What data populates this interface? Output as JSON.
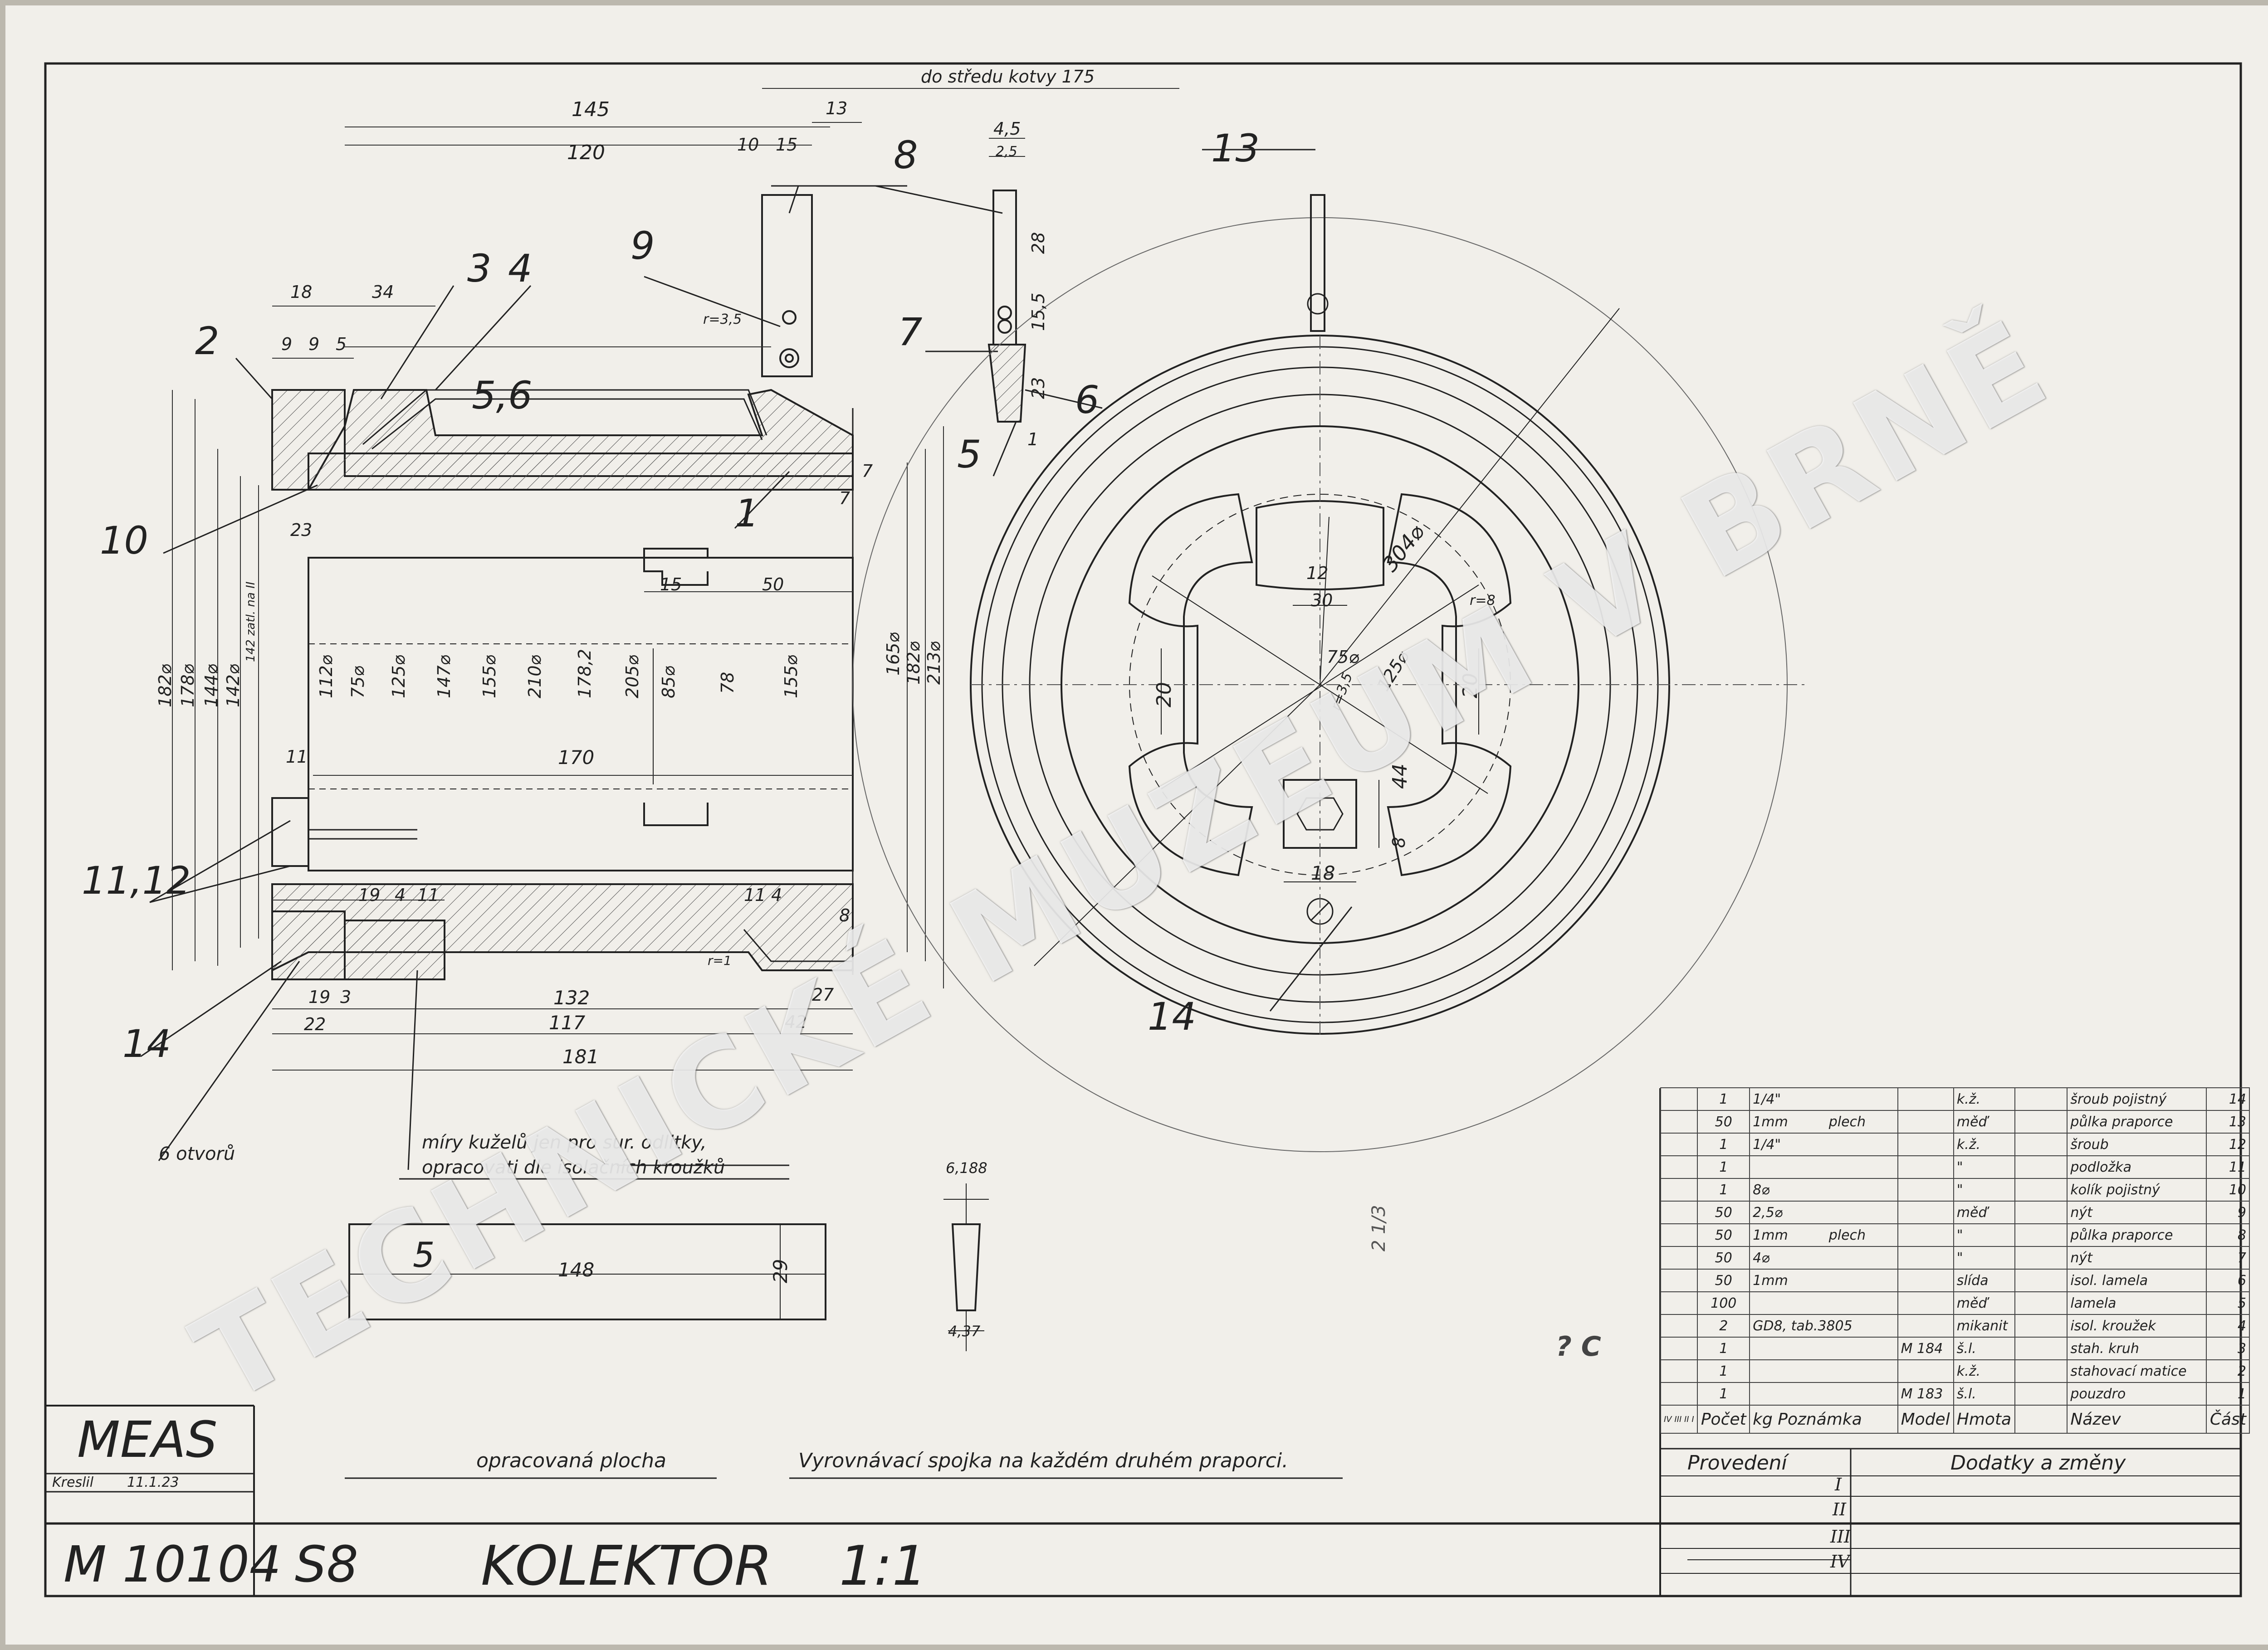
{
  "top_note": "do středu kotvy 175",
  "part_numbers": {
    "p1": "1",
    "p2": "2",
    "p3": "3",
    "p4": "4",
    "p56": "5,6",
    "p5": "5",
    "p6": "6",
    "p7": "7",
    "p8": "8",
    "p9": "9",
    "p10": "10",
    "p1112": "11,12",
    "p13": "13",
    "p14a": "14",
    "p14b": "14"
  },
  "dimensions": {
    "d145": "145",
    "d120": "120",
    "d10": "10",
    "d15a": "15",
    "d13": "13",
    "d18": "18",
    "d34": "34",
    "d9a": "9",
    "d9b": "9",
    "d5": "5",
    "d182": "182⌀",
    "d178": "178⌀",
    "d144": "144⌀",
    "d1427": "142⌀",
    "note_v": "142 zatl. na II",
    "d112": "112⌀",
    "d75": "75⌀",
    "d125": "125⌀",
    "d147": "147⌀",
    "d155": "155⌀",
    "d210": "210⌀",
    "d1782": "178,2",
    "d205": "205⌀",
    "d85": "85⌀",
    "d78": "78",
    "d155b": "155⌀",
    "d165": "165⌀",
    "d182b": "182⌀",
    "d213": "213⌀",
    "d23": "23",
    "d15b": "15",
    "d50": "50",
    "d170": "170",
    "d11": "11",
    "d19a": "19",
    "d4": "4",
    "d11b": "11",
    "d11c": "11",
    "d4b": "4",
    "d8": "8",
    "d19b": "19",
    "d3": "3",
    "d132": "132",
    "d27": "27",
    "d22": "22",
    "d117": "117",
    "d42": "42",
    "d181": "181",
    "d7a": "7",
    "d7b": "7",
    "d45": "4,5",
    "d25": "2,5",
    "d28": "28",
    "d155c": "15,5",
    "d23b": "23",
    "d1": "1",
    "d304": "304⌀",
    "d12": "12",
    "d30": "30",
    "d20a": "20",
    "d20b": "20",
    "d125b": "125⌀",
    "d75b": "75⌀",
    "d44": "44",
    "d8b": "8",
    "d18b": "18",
    "d6188": "6,188",
    "d437": "4,37",
    "d148": "148",
    "d29": "29",
    "r35": "r=3,5",
    "r35b": "r=3,5",
    "r8": "r=8",
    "r1": "r=1"
  },
  "notes": {
    "holes": "6 otvorů",
    "cone_1": "míry kuželů jen pro sur. odlitky,",
    "cone_2": "opracovati dle isolačních kroužků",
    "surface": "opracovaná plocha",
    "balancing": "Vyrovnávací spojka na každém druhém praporci."
  },
  "bom": {
    "rows": [
      {
        "count": "1",
        "size": "1/4\"",
        "note": "",
        "model": "",
        "mat": "k.ž.",
        "name": "šroub pojistný",
        "no": "14"
      },
      {
        "count": "50",
        "size": "1mm",
        "note": "plech",
        "model": "",
        "mat": "měď",
        "name": "půlka praporce",
        "no": "13"
      },
      {
        "count": "1",
        "size": "1/4\"",
        "note": "",
        "model": "",
        "mat": "k.ž.",
        "name": "šroub",
        "no": "12"
      },
      {
        "count": "1",
        "size": "",
        "note": "",
        "model": "",
        "mat": "\"",
        "name": "podložka",
        "no": "11"
      },
      {
        "count": "1",
        "size": "8⌀",
        "note": "",
        "model": "",
        "mat": "\"",
        "name": "kolík pojistný",
        "no": "10"
      },
      {
        "count": "50",
        "size": "2,5⌀",
        "note": "",
        "model": "",
        "mat": "měď",
        "name": "nýt",
        "no": "9"
      },
      {
        "count": "50",
        "size": "1mm",
        "note": "plech",
        "model": "",
        "mat": "\"",
        "name": "půlka praporce",
        "no": "8"
      },
      {
        "count": "50",
        "size": "4⌀",
        "note": "",
        "model": "",
        "mat": "\"",
        "name": "nýt",
        "no": "7"
      },
      {
        "count": "50",
        "size": "1mm",
        "note": "",
        "model": "",
        "mat": "slída",
        "name": "isol. lamela",
        "no": "6"
      },
      {
        "count": "100",
        "size": "",
        "note": "",
        "model": "",
        "mat": "měď",
        "name": "lamela",
        "no": "5"
      },
      {
        "count": "2",
        "size": "GD8, tab.3805",
        "note": "",
        "model": "",
        "mat": "mikanit",
        "name": "isol. kroužek",
        "no": "4"
      },
      {
        "count": "1",
        "size": "",
        "note": "",
        "model": "M 184",
        "mat": "š.l.",
        "name": "stah. kruh",
        "no": "3"
      },
      {
        "count": "1",
        "size": "",
        "note": "",
        "model": "",
        "mat": "k.ž.",
        "name": "stahovací matice",
        "no": "2"
      },
      {
        "count": "1",
        "size": "",
        "note": "",
        "model": "M 183",
        "mat": "š.l.",
        "name": "pouzdro",
        "no": "1"
      }
    ],
    "header": {
      "cols": "IV III II I",
      "count": "Počet",
      "kg": "kg",
      "note": "Poznámka",
      "model": "Model",
      "mat": "Hmota",
      "name": "Název",
      "no": "Část"
    },
    "provedeni": "Provedení",
    "provedeni_rows": [
      "I",
      "II",
      "III",
      "IV"
    ],
    "changes": "Dodatky a změny"
  },
  "title_block": {
    "company": "MEAS",
    "drawn_label": "Kreslil",
    "drawn_date": "11.1.23",
    "drawing_no": "M 10104",
    "format": "S8",
    "title": "KOLEKTOR",
    "scale": "1:1"
  },
  "stamp_mark": "? C",
  "side_mark": "2 1/3",
  "watermark": "TECHNICKÉ MUZEUM V BRNĚ"
}
